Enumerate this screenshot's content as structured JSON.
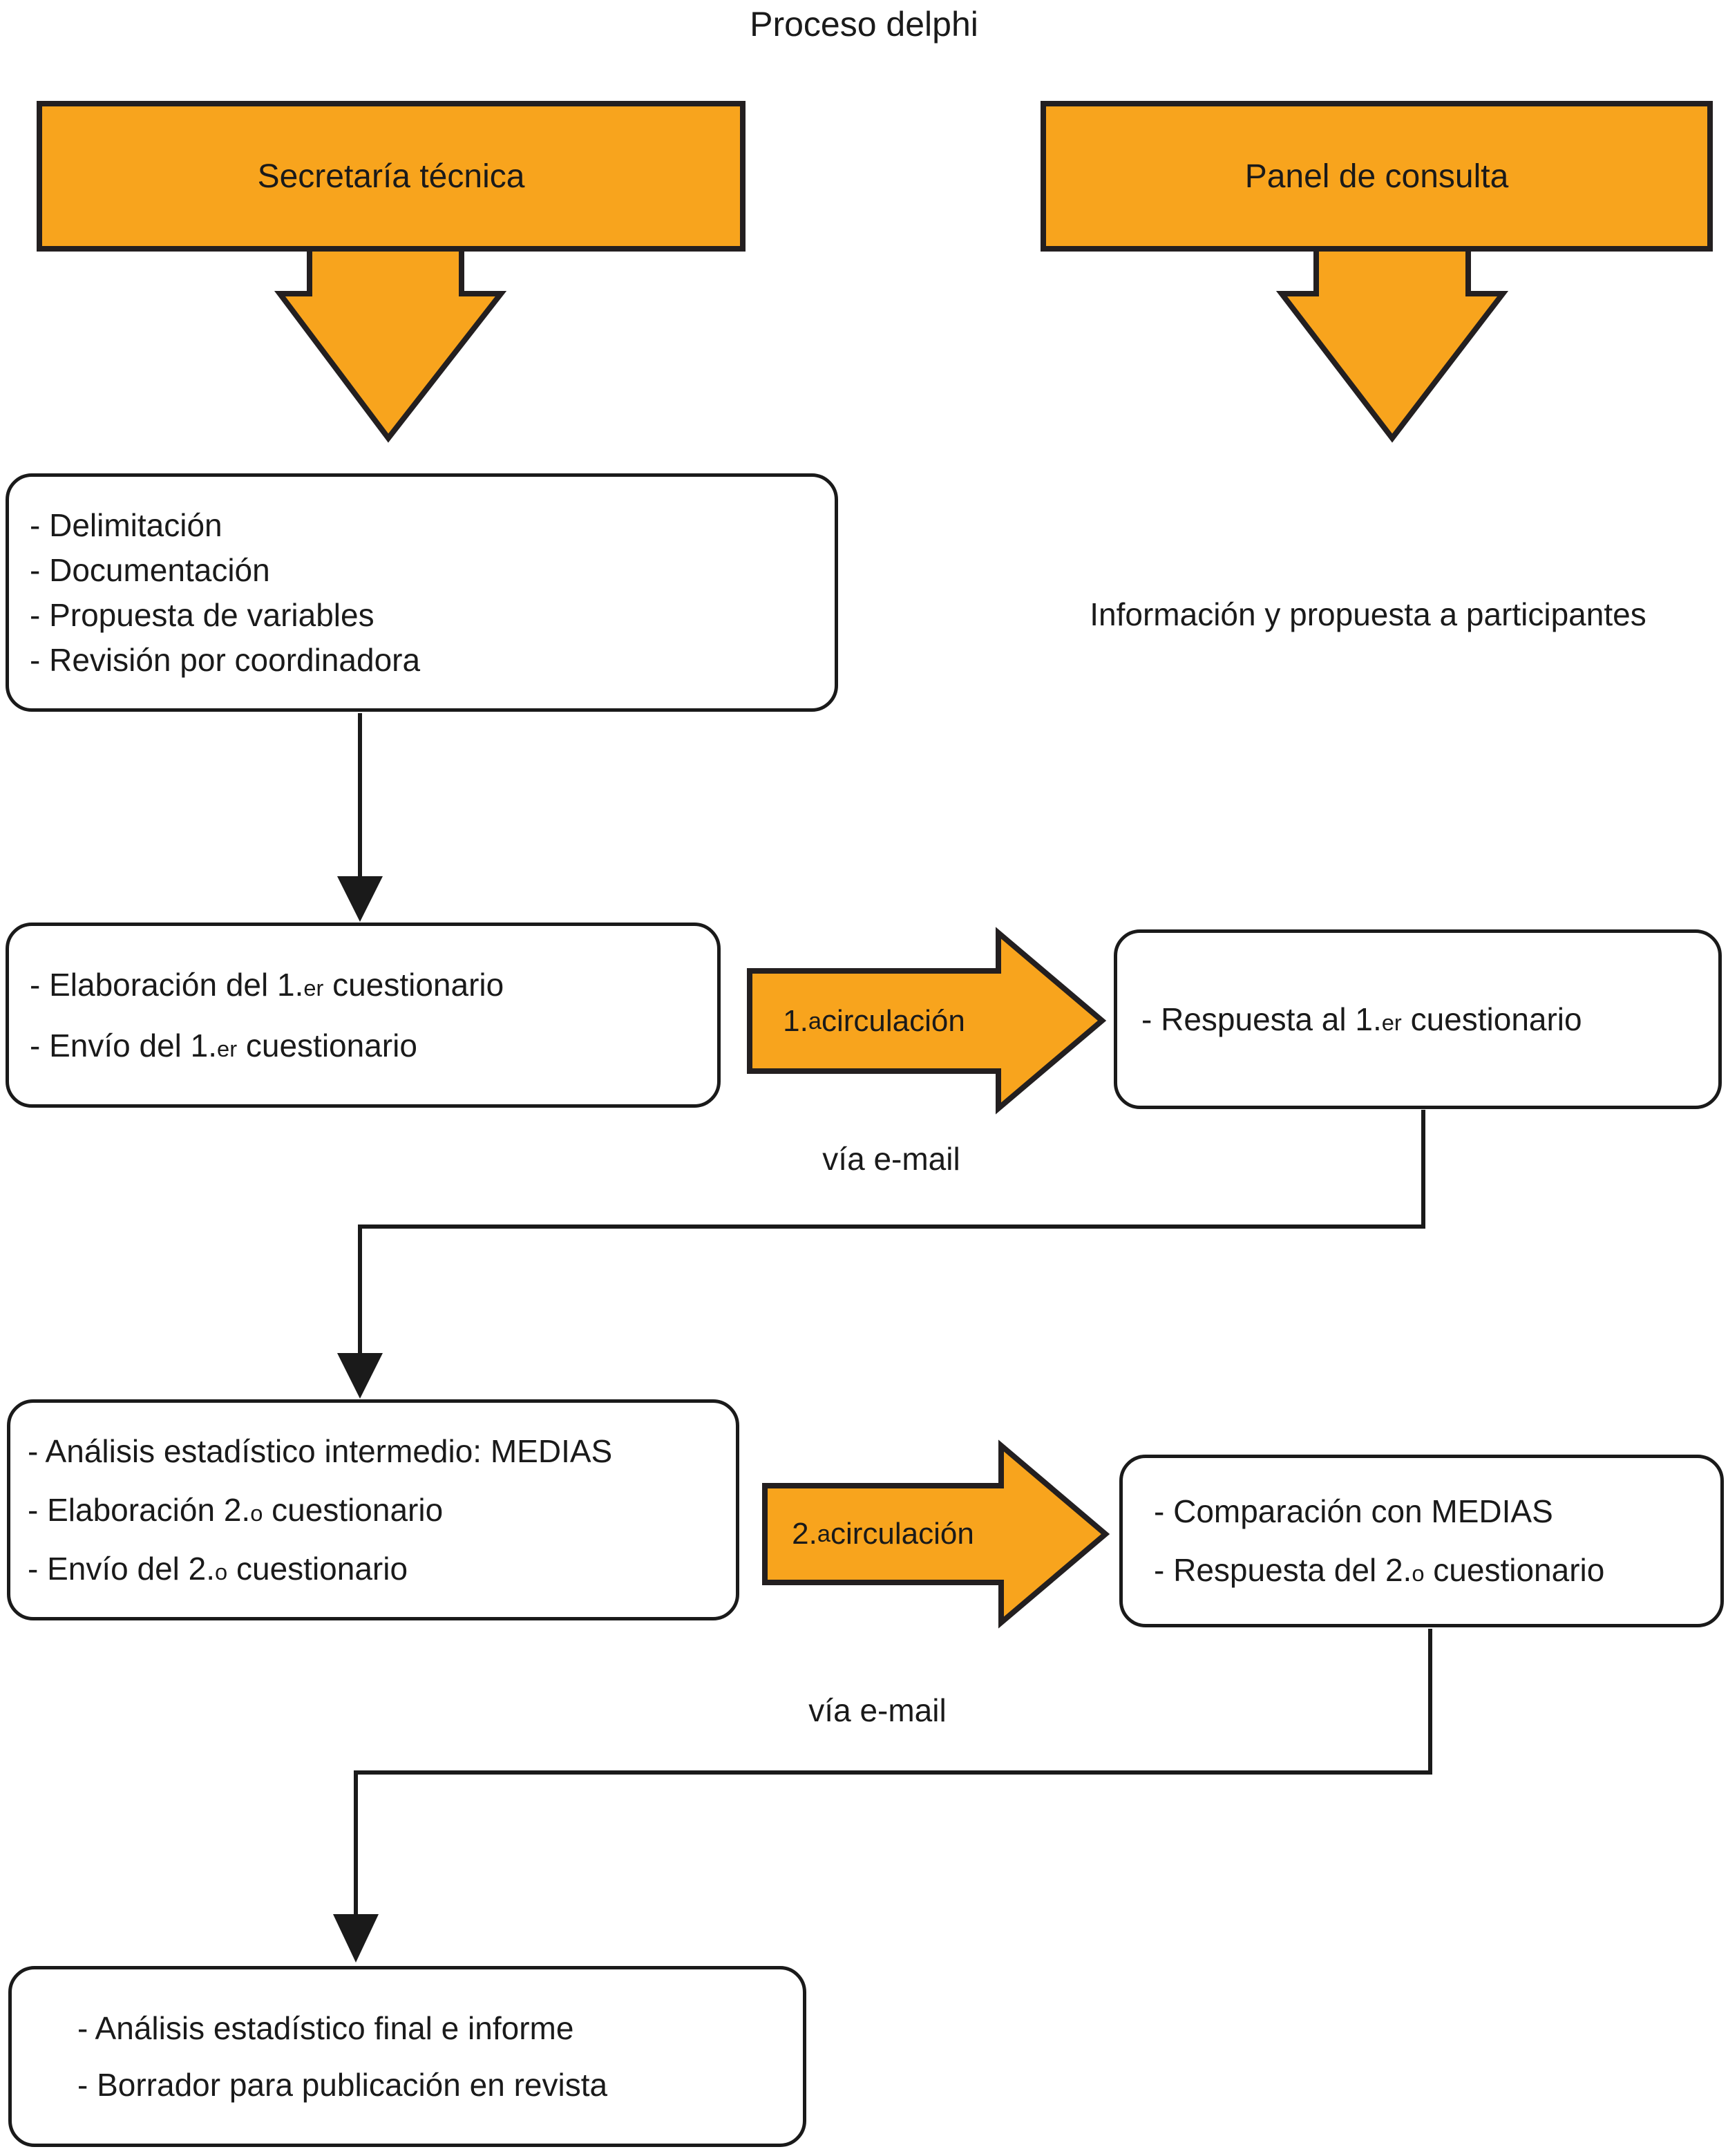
{
  "title": "Proceso delphi",
  "colors": {
    "orange": "#F8A41D",
    "outline": "#231F20",
    "line": "#1A1A1A"
  },
  "headers": {
    "secretaria": {
      "label": "Secretaría técnica"
    },
    "panel": {
      "label": "Panel de consulta"
    }
  },
  "flow_arrows": {
    "circulacion1": "1.^{a} circulación",
    "circulacion2": "2.^{a} circulación"
  },
  "annotations": {
    "info_participantes": "Información y propuesta a participantes",
    "via_email_1": "vía e-mail",
    "via_email_2": "vía e-mail"
  },
  "boxes": {
    "preparation": {
      "lines": [
        "- Delimitación",
        "- Documentación",
        "- Propuesta de variables",
        "- Revisión por coordinadora"
      ]
    },
    "first_questionnaire": {
      "lines": [
        "- Elaboración del 1.^{er} cuestionario",
        "- Envío del 1.^{er} cuestionario"
      ]
    },
    "first_response": {
      "lines": [
        "- Respuesta al 1.^{er} cuestionario"
      ]
    },
    "intermediate_analysis": {
      "lines": [
        "- Análisis estadístico intermedio: MEDIAS",
        "- Elaboración 2.^{o} cuestionario",
        "- Envío del 2.^{o} cuestionario"
      ]
    },
    "comparison": {
      "lines": [
        "- Comparación con MEDIAS",
        "- Respuesta del 2.^{o} cuestionario"
      ]
    },
    "final_report": {
      "lines": [
        "- Análisis estadístico final e informe",
        "- Borrador para publicación en revista"
      ]
    }
  }
}
